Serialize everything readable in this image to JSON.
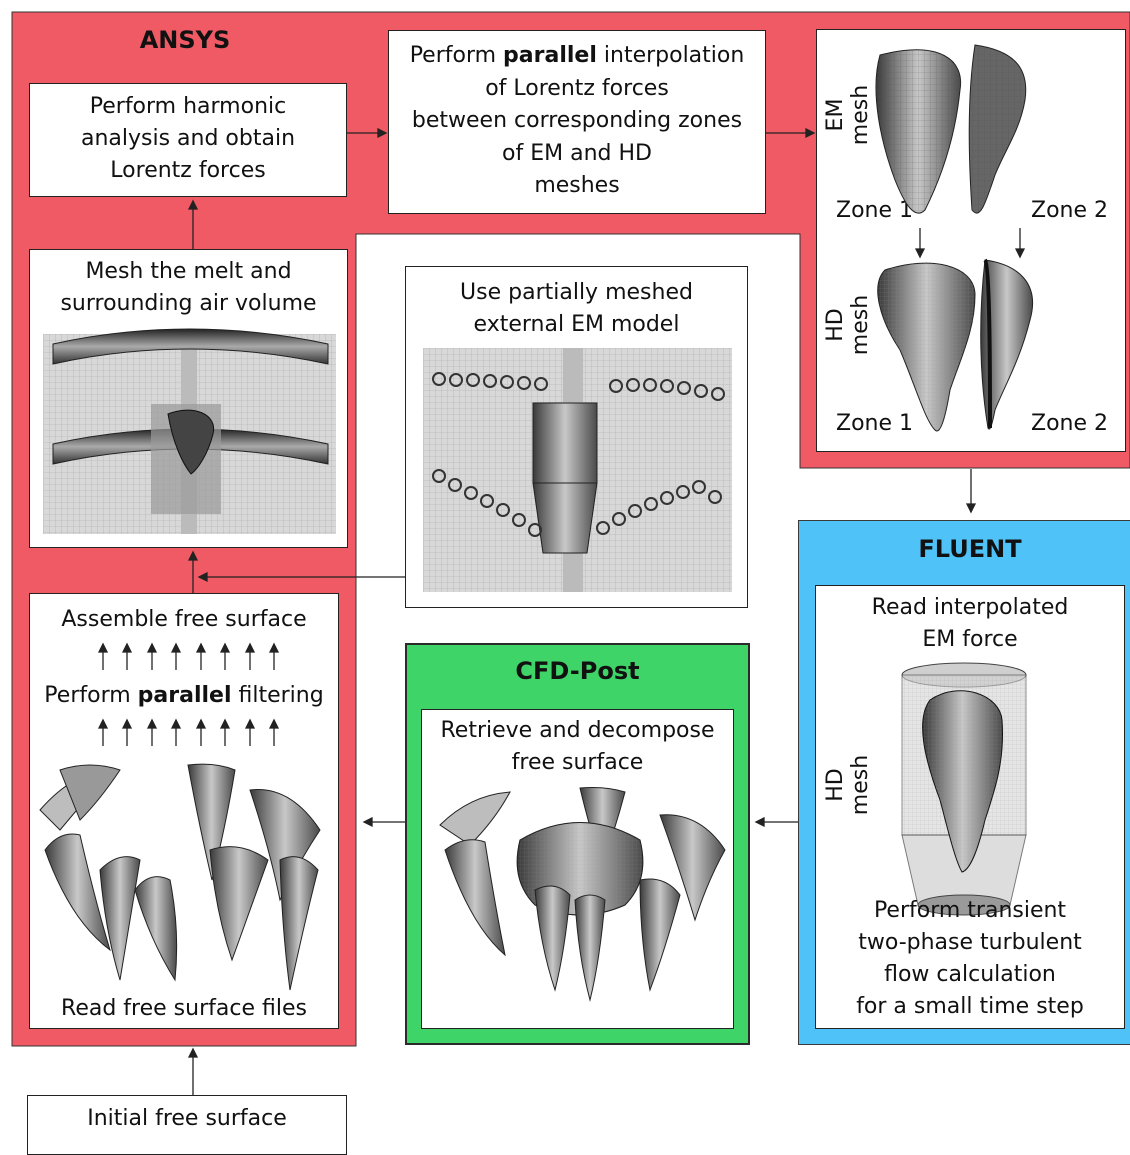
{
  "ansys": {
    "title": "ANSYS",
    "harmonic": [
      "Perform harmonic",
      "analysis and obtain",
      "Lorentz forces"
    ],
    "interp": {
      "l1_a": "Perform ",
      "l1_b": "parallel",
      "l1_c": " interpolation",
      "l2": "of Lorentz forces",
      "l3": "between corresponding zones",
      "l4": "of EM and HD",
      "l5": "meshes"
    },
    "mesh_melt": [
      "Mesh the melt and",
      "surrounding air volume"
    ],
    "external_em": [
      "Use partially meshed",
      "external EM model"
    ],
    "assemble": "Assemble free surface",
    "filtering": {
      "a": "Perform ",
      "b": "parallel",
      "c": " filtering"
    },
    "read_files": "Read free surface files"
  },
  "zones": {
    "em_mesh": "EM mesh",
    "hd_mesh": "HD mesh",
    "zone1": "Zone 1",
    "zone2": "Zone 2"
  },
  "fluent": {
    "title": "FLUENT",
    "read_force": [
      "Read interpolated",
      "EM force"
    ],
    "hd_mesh": "HD mesh",
    "transient": [
      "Perform transient",
      "two-phase turbulent",
      "flow calculation",
      "for a small time step"
    ]
  },
  "cfdpost": {
    "title": "CFD-Post",
    "retrieve": [
      "Retrieve and decompose",
      "free surface"
    ]
  },
  "initial": "Initial free surface",
  "colors": {
    "ansys": "#f05a64",
    "fluent": "#4fc3f7",
    "cfdpost": "#3fd468",
    "mesh_bg": "#d8d8d8"
  }
}
